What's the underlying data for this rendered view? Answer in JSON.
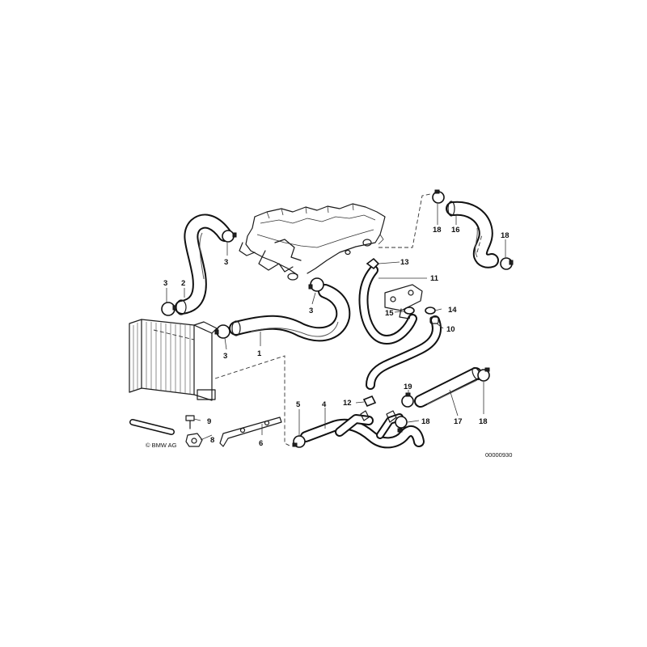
{
  "diagram": {
    "copyright": "© BMW AG",
    "drawing_number": "00000930",
    "callouts": {
      "c1": "1",
      "c2": "2",
      "c3a": "3",
      "c3b": "3",
      "c3c": "3",
      "c3d": "3",
      "c4": "4",
      "c5": "5",
      "c6": "6",
      "c8": "8",
      "c9": "9",
      "c10": "10",
      "c11": "11",
      "c12": "12",
      "c13": "13",
      "c14": "14",
      "c15": "15",
      "c16": "16",
      "c17": "17",
      "c18a": "18",
      "c18b": "18",
      "c18c": "18",
      "c18d": "18",
      "c19": "19"
    }
  }
}
